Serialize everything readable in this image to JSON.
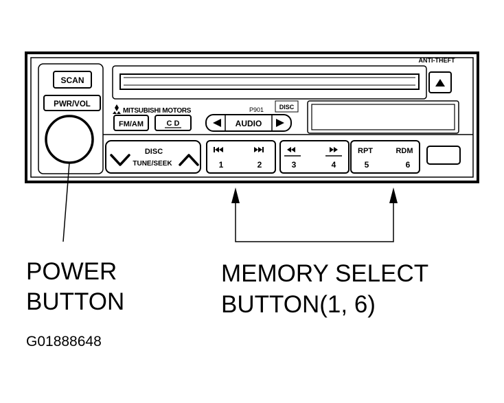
{
  "radio": {
    "anti_theft_label": "ANTI-THEFT",
    "scan_label": "SCAN",
    "pwr_vol_label": "PWR/VOL",
    "brand_label": "MITSUBISHI MOTORS",
    "model_label": "P901",
    "logo_label": "DISC",
    "fm_am_label": "FM/AM",
    "cd_label": "C D",
    "audio_label": "AUDIO",
    "disc_label": "DISC",
    "tune_seek_label": "TUNE/SEEK",
    "preset_1": "1",
    "preset_2": "2",
    "preset_3": "3",
    "preset_4": "4",
    "rpt_label": "RPT",
    "preset_5": "5",
    "rdm_label": "RDM",
    "preset_6": "6"
  },
  "callouts": {
    "power_line1": "POWER",
    "power_line2": "BUTTON",
    "memory_line1": "MEMORY SELECT",
    "memory_line2": "BUTTON(1, 6)"
  },
  "figure_code": "G01888648"
}
